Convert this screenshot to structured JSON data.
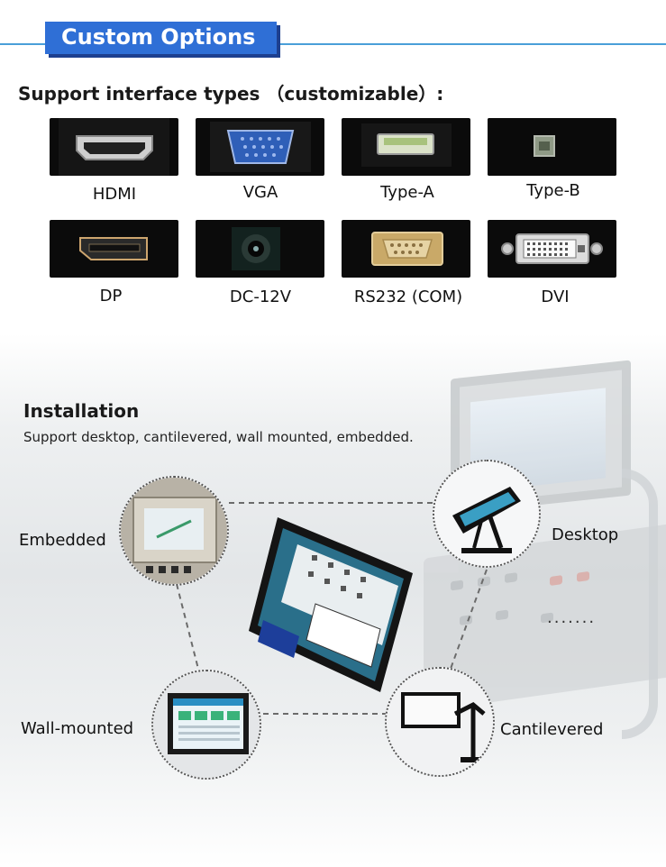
{
  "header": {
    "badge_label": "Custom Options",
    "accent": "#2f6fd6",
    "line_color": "#4a9fd8"
  },
  "interfaces": {
    "title": "Support interface types （customizable）:",
    "items": [
      {
        "label": "HDMI",
        "icon": "hdmi-port-icon"
      },
      {
        "label": "VGA",
        "icon": "vga-port-icon"
      },
      {
        "label": "Type-A",
        "icon": "usb-a-port-icon"
      },
      {
        "label": "Type-B",
        "icon": "usb-b-port-icon"
      },
      {
        "label": "DP",
        "icon": "displayport-icon"
      },
      {
        "label": "DC-12V",
        "icon": "dc-jack-icon"
      },
      {
        "label": "RS232 (COM)",
        "icon": "rs232-port-icon"
      },
      {
        "label": "DVI",
        "icon": "dvi-port-icon"
      }
    ]
  },
  "installation": {
    "title": "Installation",
    "subtitle": "Support desktop, cantilevered, wall mounted, embedded.",
    "modes": {
      "embedded": "Embedded",
      "desktop": "Desktop",
      "wall_mounted": "Wall-mounted",
      "cantilevered": "Cantilevered"
    },
    "more": "·······"
  }
}
